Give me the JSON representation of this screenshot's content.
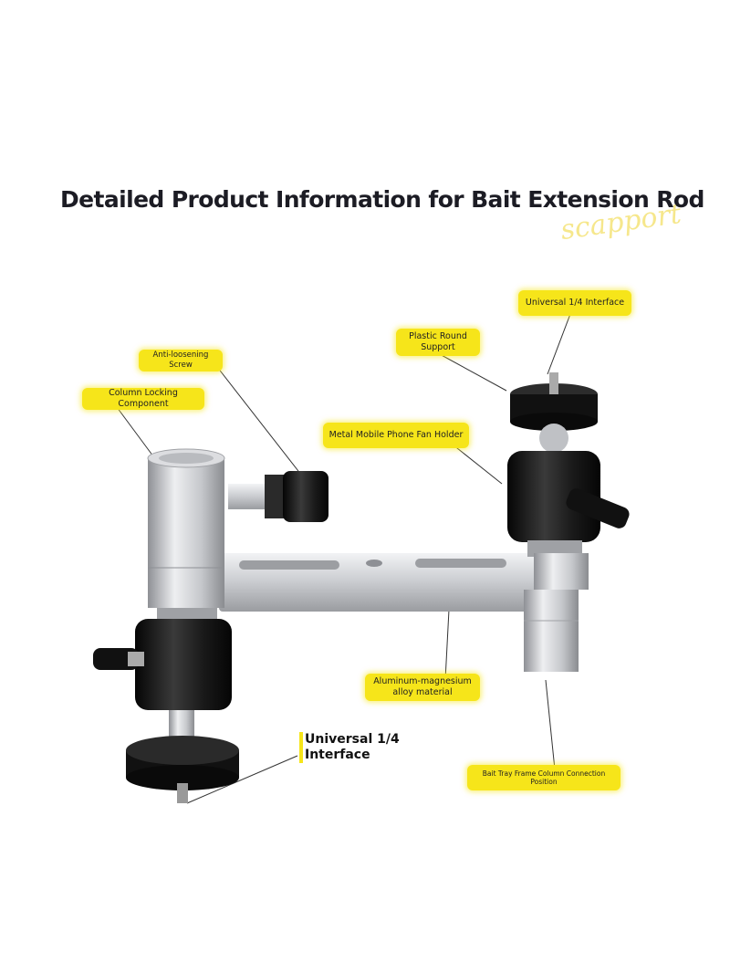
{
  "page": {
    "title": "Detailed Product Information for Bait Extension Rod",
    "watermark": "scapport"
  },
  "callouts": {
    "universal_top": "Universal 1/4 Interface",
    "plastic_round_support": "Plastic Round Support",
    "anti_loosening_screw": "Anti-loosening Screw",
    "column_locking": "Column Locking Component",
    "metal_phone_fan_holder": "Metal Mobile Phone Fan Holder",
    "aluminum_magnesium": "Aluminum-magnesium alloy material",
    "universal_bottom": "Universal 1/4 Interface",
    "bait_tray_column": "Bait Tray Frame Column Connection Position"
  },
  "colors": {
    "callout_yellow": "#f6e51a",
    "aluminum": "#c9cbcf",
    "black_part": "#141414"
  }
}
